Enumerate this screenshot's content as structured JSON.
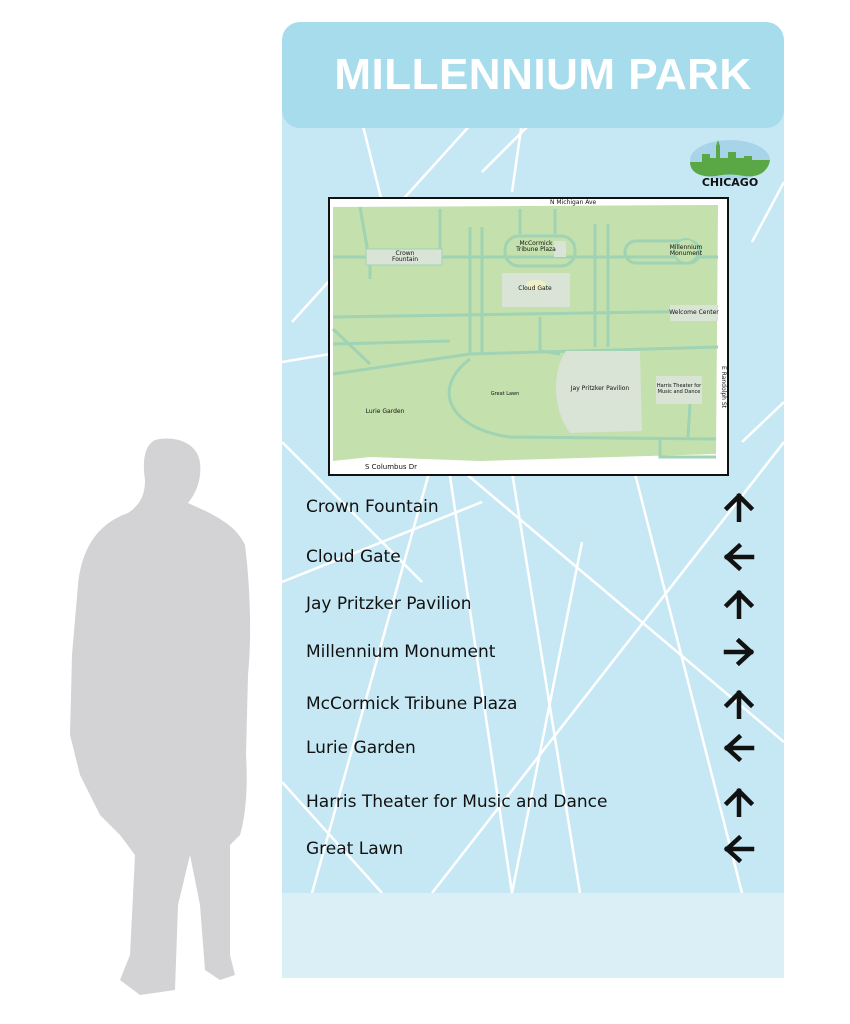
{
  "sign": {
    "title": "MILLENNIUM PARK",
    "logo_text": "CHICAGO",
    "colors": {
      "header": "#a6dcec",
      "body": "#c6e8f4",
      "footer": "#daf0f6",
      "map_green": "#c4e0ac",
      "path": "#9fd3b4"
    },
    "map": {
      "streets": {
        "north": "N Michigan Ave",
        "south": "S Columbus Dr",
        "east": "E Randolph St"
      },
      "labels": {
        "crown_fountain": "Crown Fountain",
        "mccormick": "McCormick Tribune Plaza",
        "millennium_monument": "Millennium Monument",
        "cloud_gate": "Cloud Gate",
        "welcome_center": "Welcome Center",
        "great_lawn": "Great Lawn",
        "pavilion": "Jay Pritzker Pavilion",
        "harris": "Harris Theater for Music and Dance",
        "lurie": "Lurie Garden"
      }
    },
    "directions": [
      {
        "label": "Crown Fountain",
        "arrow": "up"
      },
      {
        "label": "Cloud Gate",
        "arrow": "left"
      },
      {
        "label": "Jay Pritzker Pavilion",
        "arrow": "up"
      },
      {
        "label": "Millennium Monument",
        "arrow": "right"
      },
      {
        "label": "McCormick Tribune Plaza",
        "arrow": "up"
      },
      {
        "label": "Lurie Garden",
        "arrow": "left"
      },
      {
        "label": "Harris Theater for Music and Dance",
        "arrow": "up"
      },
      {
        "label": "Great Lawn",
        "arrow": "left"
      }
    ]
  }
}
